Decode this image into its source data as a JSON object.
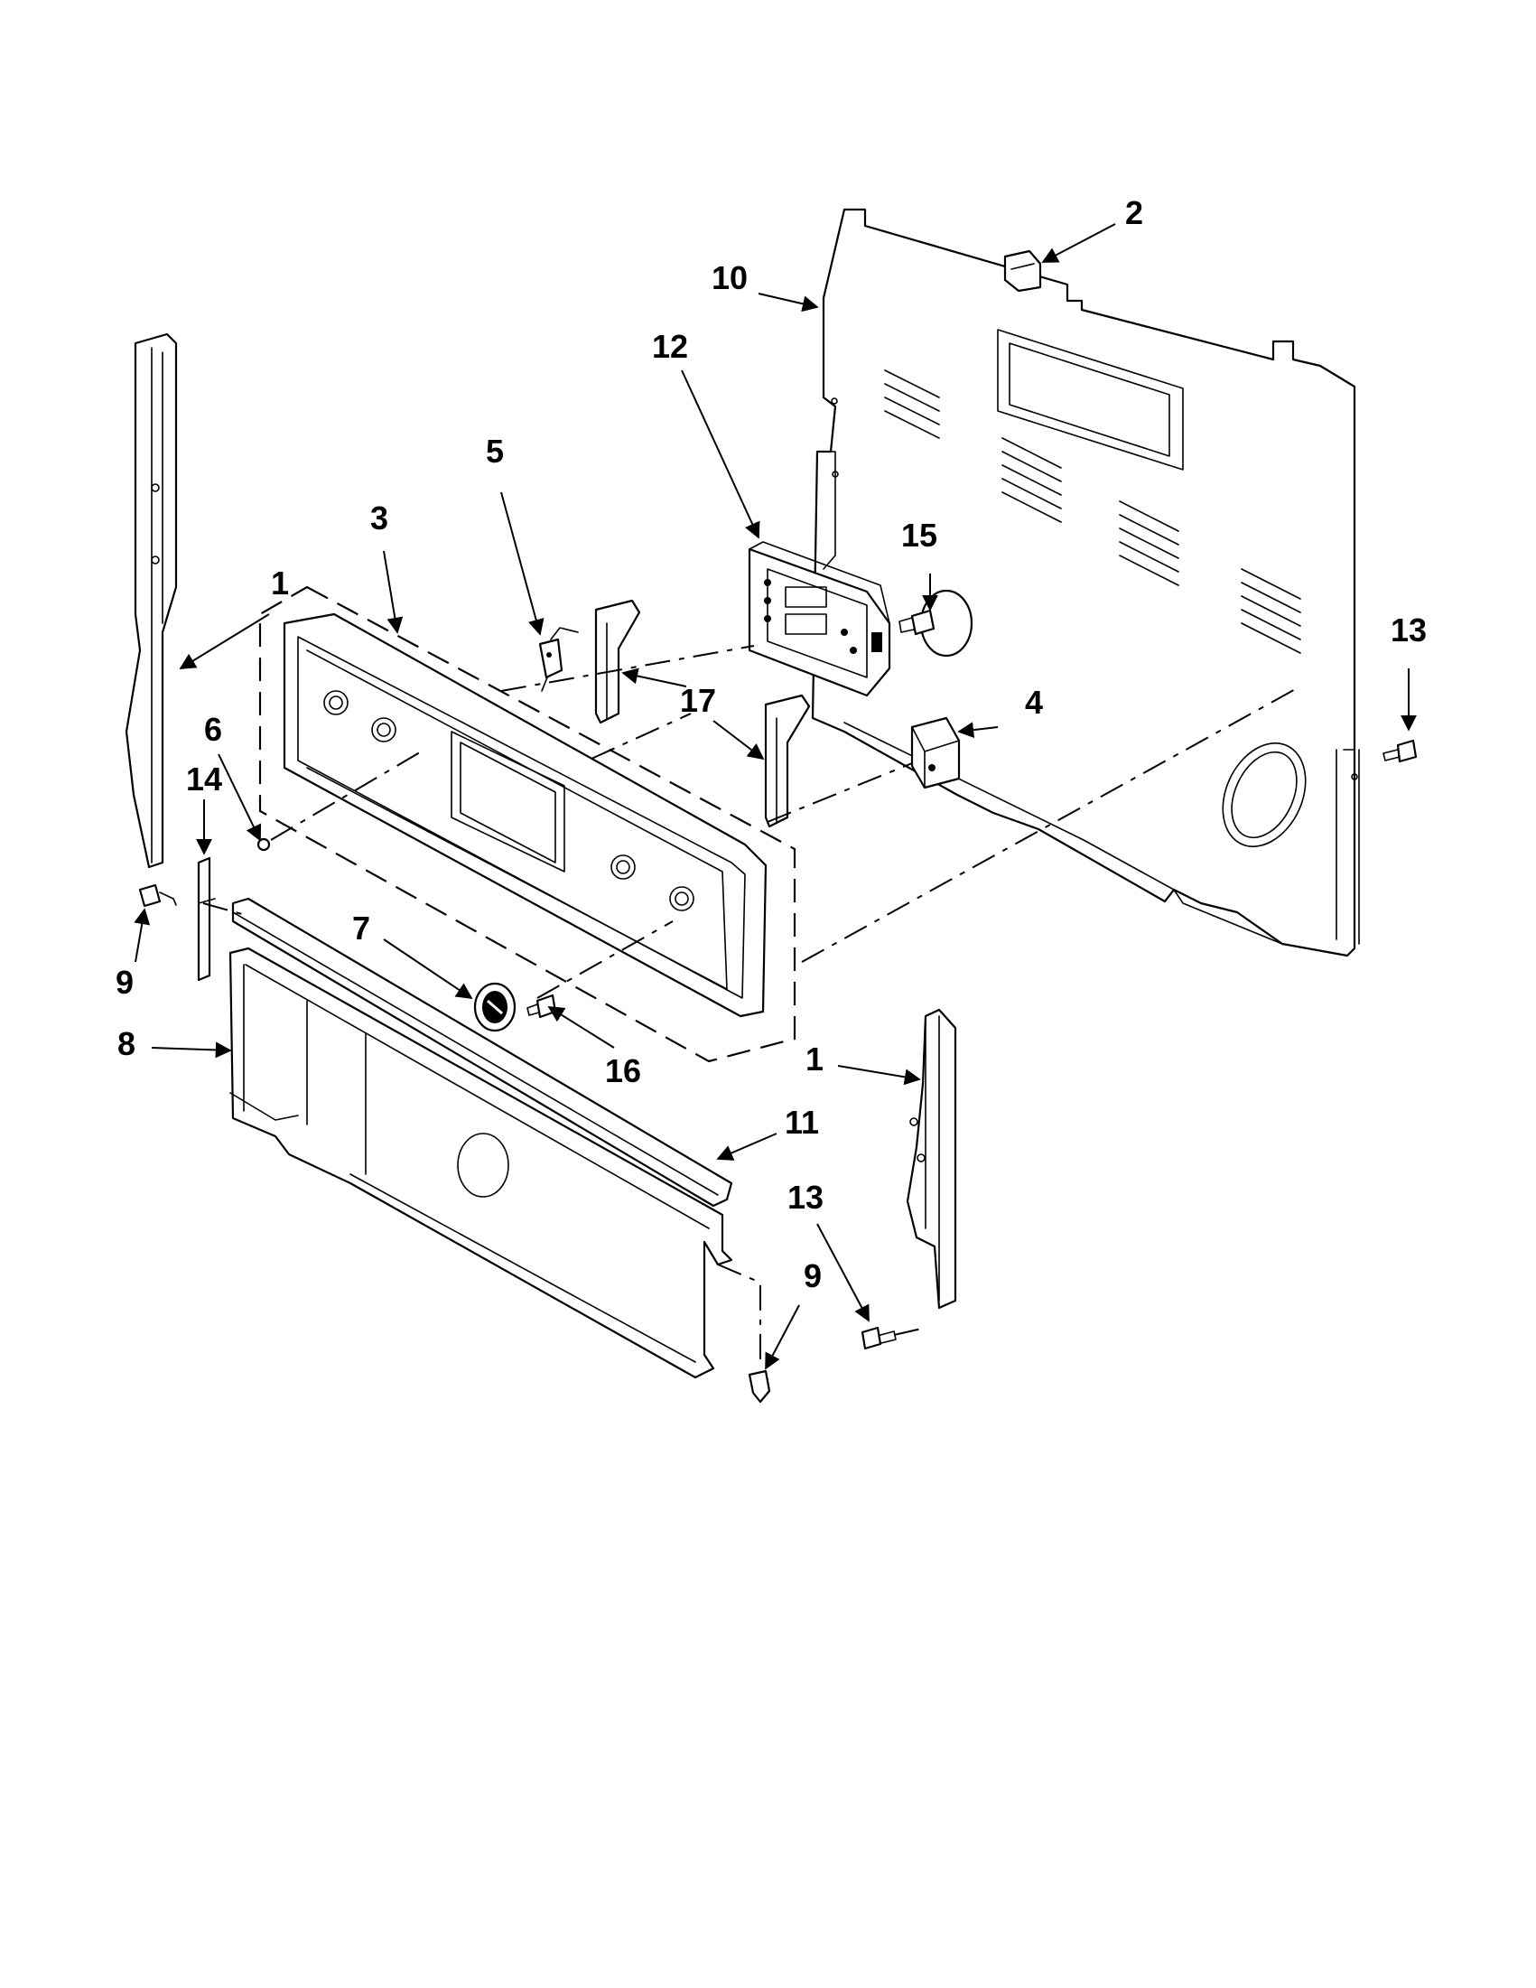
{
  "callouts": [
    {
      "id": "c1a",
      "text": "1"
    },
    {
      "id": "c1b",
      "text": "1"
    },
    {
      "id": "c2",
      "text": "2"
    },
    {
      "id": "c3",
      "text": "3"
    },
    {
      "id": "c4",
      "text": "4"
    },
    {
      "id": "c5",
      "text": "5"
    },
    {
      "id": "c6",
      "text": "6"
    },
    {
      "id": "c7",
      "text": "7"
    },
    {
      "id": "c8",
      "text": "8"
    },
    {
      "id": "c9a",
      "text": "9"
    },
    {
      "id": "c9b",
      "text": "9"
    },
    {
      "id": "c10",
      "text": "10"
    },
    {
      "id": "c11",
      "text": "11"
    },
    {
      "id": "c12",
      "text": "12"
    },
    {
      "id": "c13a",
      "text": "13"
    },
    {
      "id": "c13b",
      "text": "13"
    },
    {
      "id": "c14",
      "text": "14"
    },
    {
      "id": "c15",
      "text": "15"
    },
    {
      "id": "c16",
      "text": "16"
    },
    {
      "id": "c17",
      "text": "17"
    }
  ]
}
